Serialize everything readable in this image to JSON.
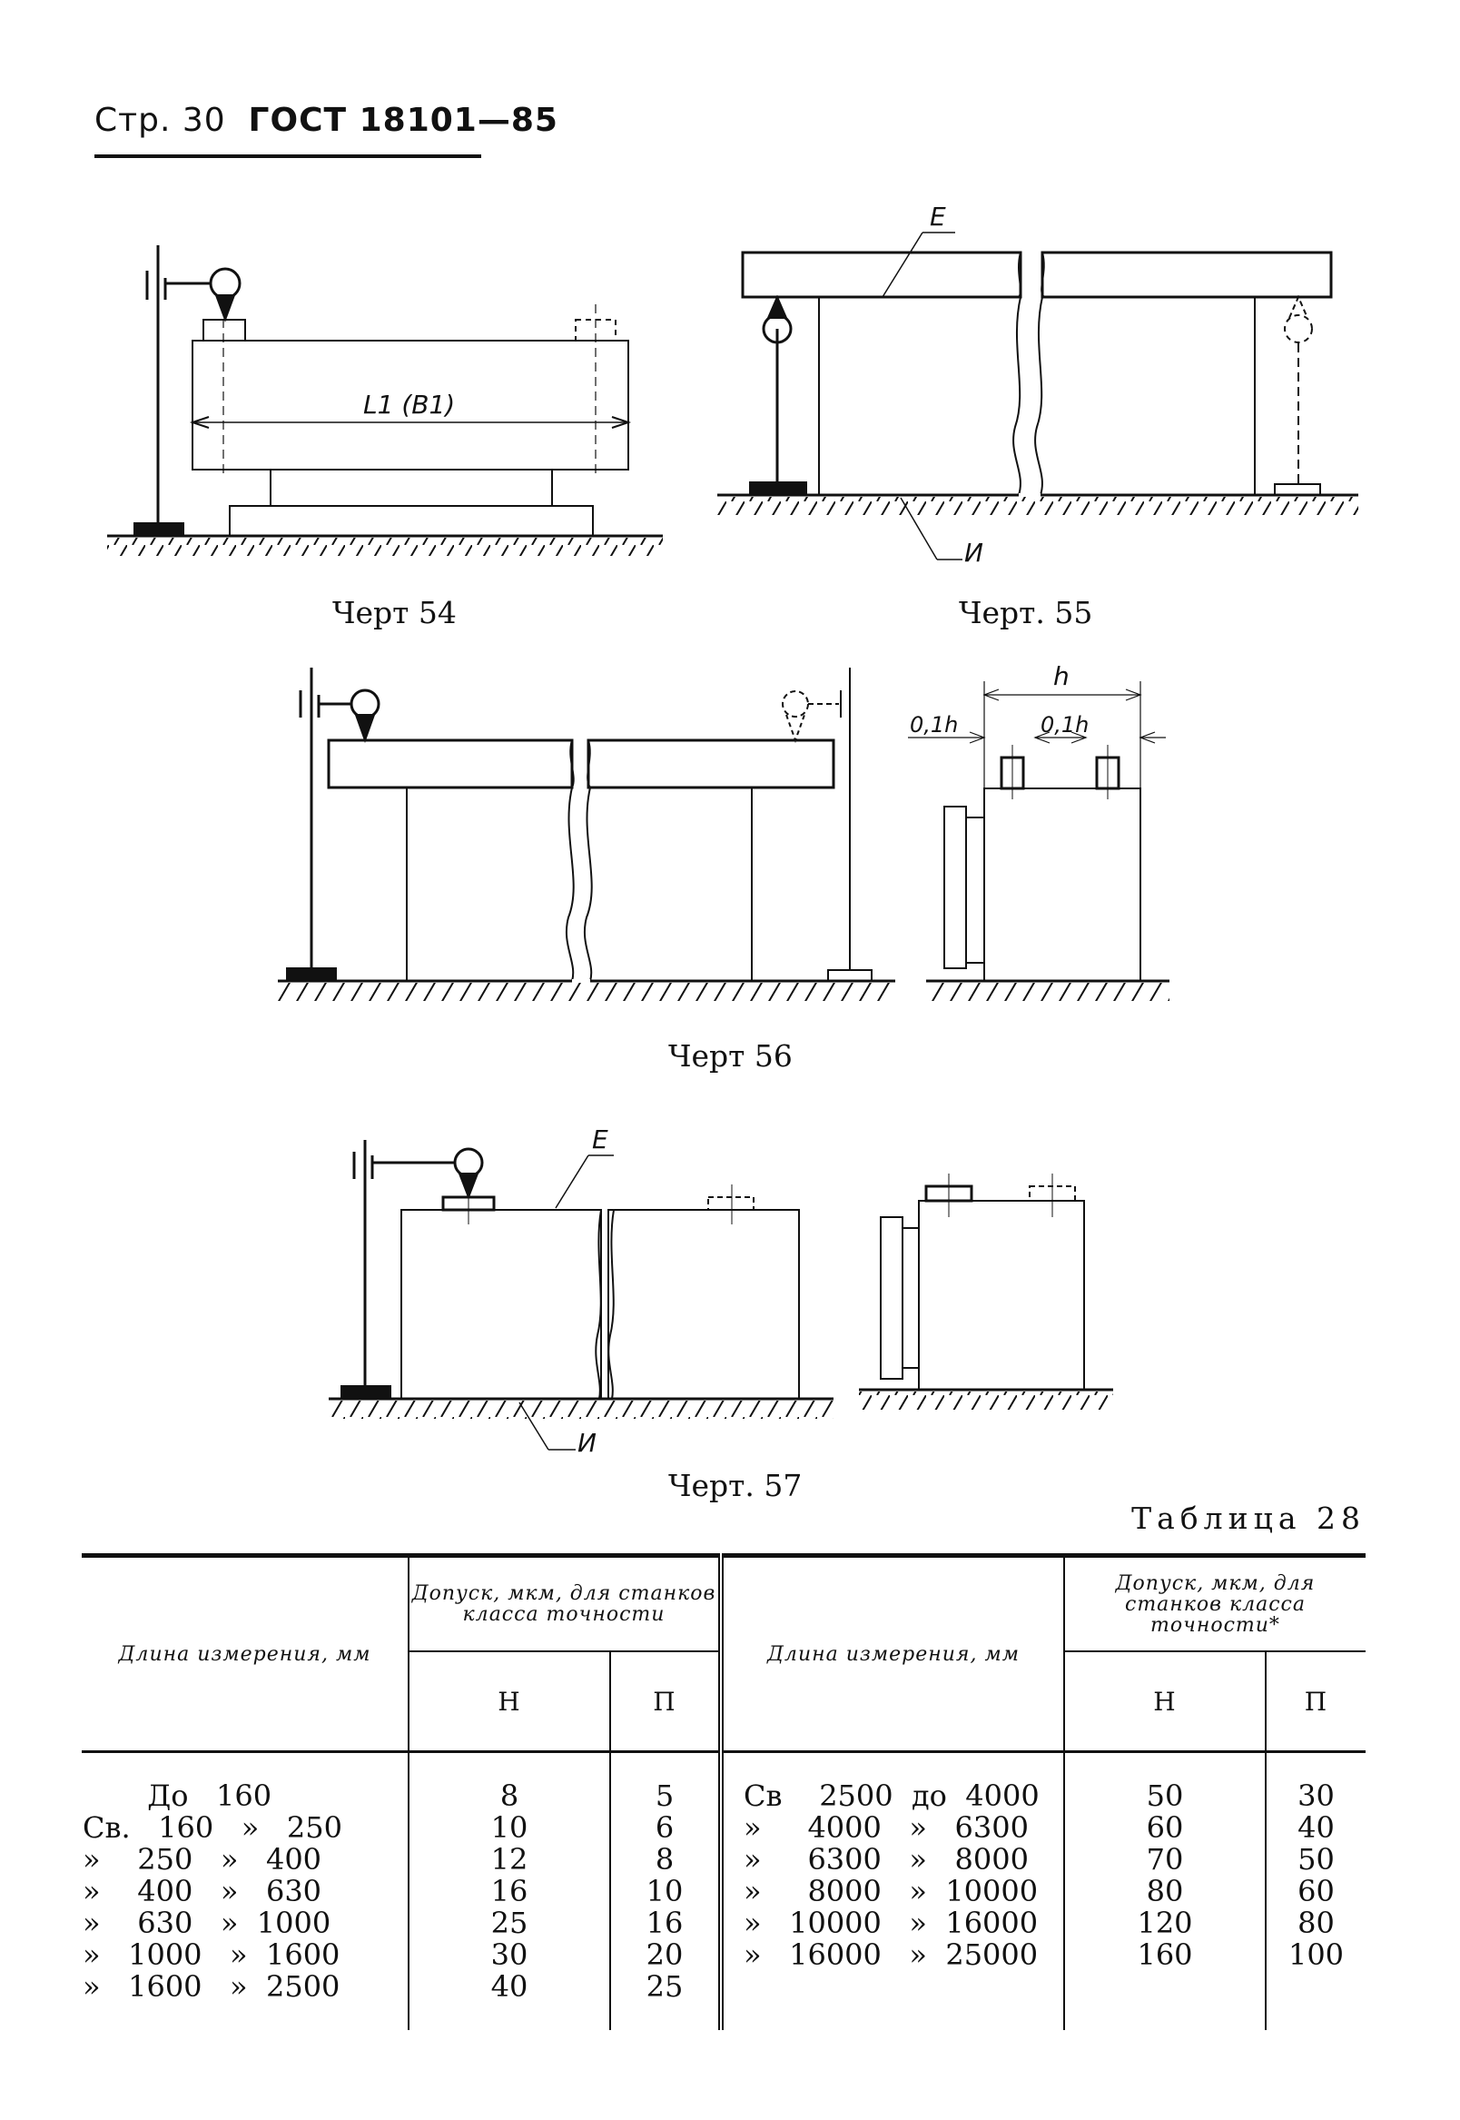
{
  "header": {
    "prefix": "Стр. 30",
    "standard": "ГОСТ 18101—85"
  },
  "figures": {
    "f54": {
      "caption": "Черт 54",
      "dim_label": "L1 (B1)"
    },
    "f55": {
      "caption": "Черт. 55",
      "label_e": "E",
      "label_i": "И"
    },
    "f56": {
      "caption": "Черт 56",
      "label_h": "h",
      "label_01h_left": "0,1h",
      "label_01h_right": "0,1h"
    },
    "f57": {
      "caption": "Черт. 57",
      "label_e": "E",
      "label_i": "И"
    }
  },
  "table": {
    "caption": "Таблица 28",
    "head_length": "Длина измерения, мм",
    "head_tol_left": "Допуск, мкм, для станков класса точности",
    "head_tol_right": "Допуск, мкм, для станков класса точности*",
    "col_n": "Н",
    "col_p": "П",
    "left_rows": [
      {
        "len": "       До   160",
        "n": "8",
        "p": "5"
      },
      {
        "len": "Св.   160   »   250",
        "n": "10",
        "p": "6"
      },
      {
        "len": "»    250   »   400",
        "n": "12",
        "p": "8"
      },
      {
        "len": "»    400   »   630",
        "n": "16",
        "p": "10"
      },
      {
        "len": "»    630   »  1000",
        "n": "25",
        "p": "16"
      },
      {
        "len": "»   1000   »  1600",
        "n": "30",
        "p": "20"
      },
      {
        "len": "»   1600   »  2500",
        "n": "40",
        "p": "25"
      }
    ],
    "right_rows": [
      {
        "len": "Св    2500  до  4000",
        "n": "50",
        "p": "30"
      },
      {
        "len": "»     4000   »   6300",
        "n": "60",
        "p": "40"
      },
      {
        "len": "»     6300   »   8000",
        "n": "70",
        "p": "50"
      },
      {
        "len": "»     8000   »  10000",
        "n": "80",
        "p": "60"
      },
      {
        "len": "»   10000   »  16000",
        "n": "120",
        "p": "80"
      },
      {
        "len": "»   16000   »  25000",
        "n": "160",
        "p": "100"
      }
    ]
  }
}
